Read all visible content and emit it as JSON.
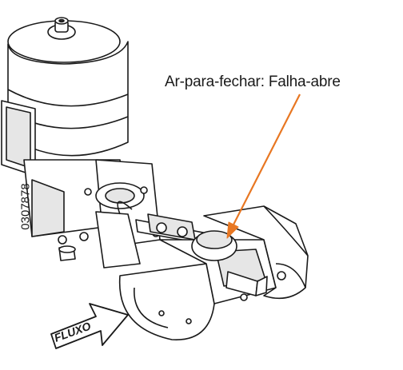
{
  "callout": {
    "label": "Ar-para-fechar: Falha-abre",
    "arrow_color": "#e87722"
  },
  "figure": {
    "id": "0307878"
  },
  "flow": {
    "label": "FLUXO"
  },
  "colors": {
    "line": "#1a1a1a",
    "fill": "#ffffff",
    "shade": "#e6e6e6",
    "dark": "#333333"
  }
}
